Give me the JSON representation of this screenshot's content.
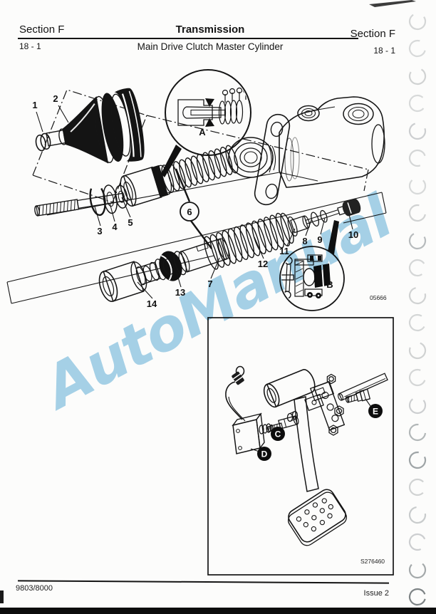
{
  "header": {
    "section_left": "Section F",
    "title": "Transmission",
    "section_right": "Section F",
    "page_left": "18 - 1",
    "subtitle": "Main Drive Clutch Master Cylinder",
    "page_right": "18 - 1"
  },
  "footer": {
    "publication_number": "9803/8000",
    "issue": "Issue 2"
  },
  "watermark": {
    "text": "AutoManual",
    "color": "#93c9e6"
  },
  "figure": {
    "code_main": "05666",
    "code_pedal": "S276460",
    "callouts": {
      "c1": "1",
      "c2": "2",
      "c3": "3",
      "c4": "4",
      "c5": "5",
      "c6": "6",
      "c7": "7",
      "c8": "8",
      "c9": "9",
      "c10": "10",
      "c11": "11",
      "c12": "12",
      "c13": "13",
      "c14": "14",
      "ca": "A",
      "cb": "B",
      "cc": "C",
      "cd": "D",
      "ce": "E"
    }
  }
}
